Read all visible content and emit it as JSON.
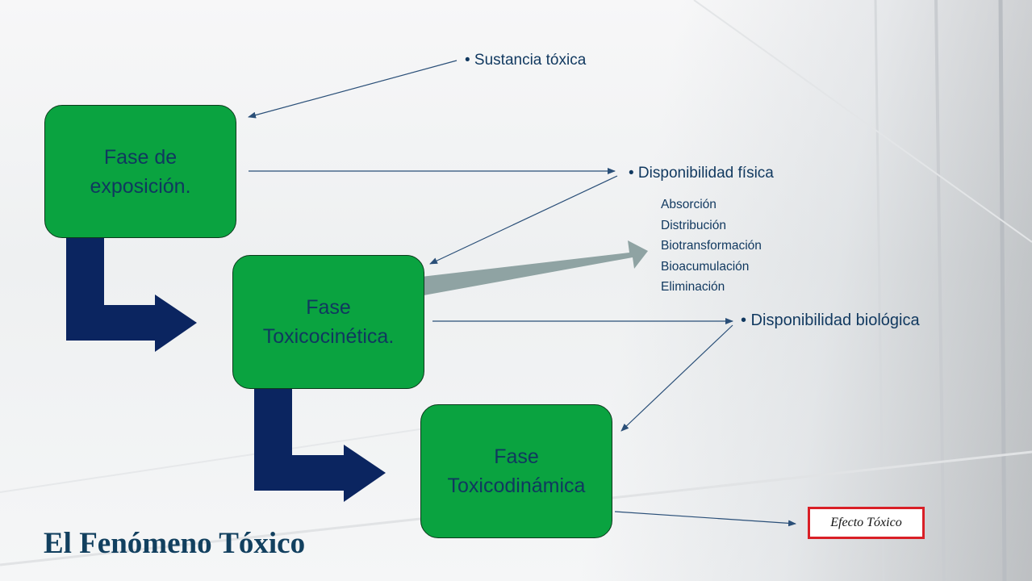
{
  "title": "El Fenómeno Tóxico",
  "phases": [
    {
      "id": "exposicion",
      "line1": "Fase de",
      "line2": "exposición."
    },
    {
      "id": "toxicocinetica",
      "line1": "Fase",
      "line2": "Toxicocinética."
    },
    {
      "id": "toxicodinamica",
      "line1": "Fase",
      "line2": "Toxicodinámica"
    }
  ],
  "labels": {
    "sustancia": "• Sustancia tóxica",
    "disp_fisica": "• Disponibilidad física",
    "disp_biologica": "•  Disponibilidad biológica"
  },
  "processes": [
    "Absorción",
    "Distribución",
    "Biotransformación",
    "Bioacumulación",
    "Eliminación"
  ],
  "efecto": "Efecto Tóxico",
  "colors": {
    "box_fill": "#0aa340",
    "text": "#10385f",
    "elbow_arrow": "#0b2560",
    "wide_arrow": "#8fa3a3",
    "efecto_border": "#d91f26"
  }
}
